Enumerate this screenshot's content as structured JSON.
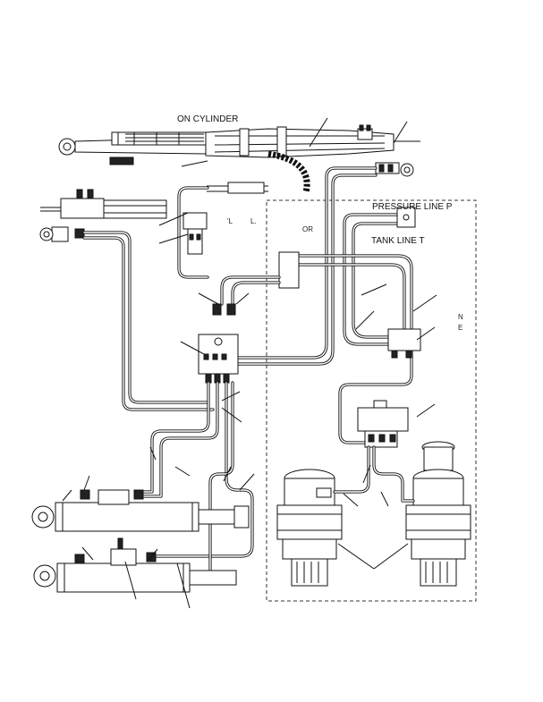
{
  "labels": {
    "on_cylinder": "ON CYLINDER",
    "pressure_line": "PRESSURE LINE P",
    "tank_line": "TANK LINE T",
    "frag_or": "OR",
    "frag_pl": "'L",
    "frag_l": "L.",
    "frag_n": "N",
    "frag_e": "E"
  }
}
